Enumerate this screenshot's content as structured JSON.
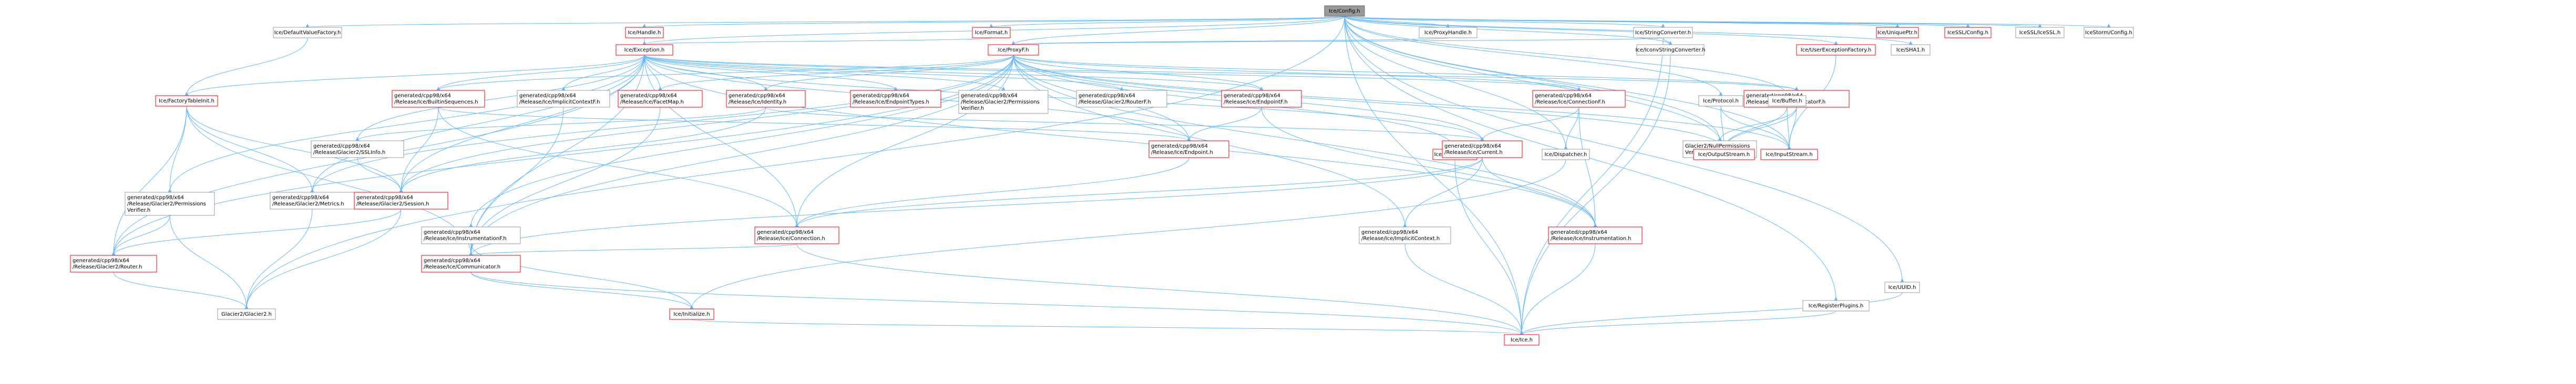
{
  "colors": {
    "background": "#ffffff",
    "edge": "#63b8ff",
    "node_border": "#999999",
    "node_border_incomplete": "#ff0000",
    "root_fill": "#999999",
    "text": "#000000"
  },
  "nodes": [
    {
      "id": "config",
      "lines": [
        "Ice/Config.h"
      ],
      "style": "root"
    },
    {
      "id": "defaultvaluefactory",
      "lines": [
        "Ice/DefaultValueFactory.h"
      ],
      "style": "normal"
    },
    {
      "id": "handle",
      "lines": [
        "Ice/Handle.h"
      ],
      "style": "red"
    },
    {
      "id": "format",
      "lines": [
        "Ice/Format.h"
      ],
      "style": "red"
    },
    {
      "id": "proxyhandle",
      "lines": [
        "Ice/ProxyHandle.h"
      ],
      "style": "normal"
    },
    {
      "id": "stringconverter",
      "lines": [
        "Ice/StringConverter.h"
      ],
      "style": "normal"
    },
    {
      "id": "uniqueptr",
      "lines": [
        "Ice/UniquePtr.h"
      ],
      "style": "red"
    },
    {
      "id": "sslconfig",
      "lines": [
        "IceSSL/Config.h"
      ],
      "style": "red"
    },
    {
      "id": "icesslicessl",
      "lines": [
        "IceSSL/IceSSL.h"
      ],
      "style": "normal"
    },
    {
      "id": "icestormconfig",
      "lines": [
        "IceStorm/Config.h"
      ],
      "style": "normal"
    },
    {
      "id": "exception",
      "lines": [
        "Ice/Exception.h"
      ],
      "style": "red"
    },
    {
      "id": "proxyf",
      "lines": [
        "Ice/ProxyF.h"
      ],
      "style": "red"
    },
    {
      "id": "iconvstringconverter",
      "lines": [
        "Ice/IconvStringConverter.h"
      ],
      "style": "normal"
    },
    {
      "id": "userexceptionfactory",
      "lines": [
        "Ice/UserExceptionFactory.h"
      ],
      "style": "red"
    },
    {
      "id": "shahh",
      "lines": [
        "Ice/SHA1.h"
      ],
      "style": "normal"
    },
    {
      "id": "factorytablelnit",
      "lines": [
        "Ice/FactoryTableInit.h"
      ],
      "style": "red"
    },
    {
      "id": "builtinsequences",
      "lines": [
        "generated/cpp98/x64",
        "/Release/Ice/BuiltinSequences.h"
      ],
      "style": "red"
    },
    {
      "id": "implicitcontextf",
      "lines": [
        "generated/cpp98/x64",
        "/Release/Ice/ImplicitContextF.h"
      ],
      "style": "normal"
    },
    {
      "id": "facetmap",
      "lines": [
        "generated/cpp98/x64",
        "/Release/Ice/FacetMap.h"
      ],
      "style": "red"
    },
    {
      "id": "identity",
      "lines": [
        "generated/cpp98/x64",
        "/Release/Ice/Identity.h"
      ],
      "style": "red"
    },
    {
      "id": "endpointtypes",
      "lines": [
        "generated/cpp98/x64",
        "/Release/Ice/EndpointTypes.h"
      ],
      "style": "red"
    },
    {
      "id": "glacier2permverif",
      "lines": [
        "generated/cpp98/x64",
        "/Release/Glacier2/Permissions",
        "Verifier.h"
      ],
      "style": "normal"
    },
    {
      "id": "routerf",
      "lines": [
        "generated/cpp98/x64",
        "/Release/Glacier2/RouterF.h"
      ],
      "style": "normal"
    },
    {
      "id": "endpointf",
      "lines": [
        "generated/cpp98/x64",
        "/Release/Ice/EndpointF.h"
      ],
      "style": "red"
    },
    {
      "id": "connectionf",
      "lines": [
        "generated/cpp98/x64",
        "/Release/Ice/ConnectionF.h"
      ],
      "style": "red"
    },
    {
      "id": "communicatorf",
      "lines": [
        "generated/cpp98/x64",
        "/Release/Ice/CommunicatorF.h"
      ],
      "style": "red"
    },
    {
      "id": "protocol",
      "lines": [
        "Ice/Protocol.h"
      ],
      "style": "normal"
    },
    {
      "id": "buffer",
      "lines": [
        "Ice/Buffer.h"
      ],
      "style": "normal"
    },
    {
      "id": "sslinfo",
      "lines": [
        "generated/cpp98/x64",
        "/Release/Glacier2/SSLInfo.h"
      ],
      "style": "normal"
    },
    {
      "id": "endpoint",
      "lines": [
        "generated/cpp98/x64",
        "/Release/Ice/Endpoint.h"
      ],
      "style": "red"
    },
    {
      "id": "loggerutil",
      "lines": [
        "Ice/LoggerUtil.h"
      ],
      "style": "red"
    },
    {
      "id": "current",
      "lines": [
        "generated/cpp98/x64",
        "/Release/Ice/Current.h"
      ],
      "style": "red"
    },
    {
      "id": "dispatcher",
      "lines": [
        "Ice/Dispatcher.h"
      ],
      "style": "normal"
    },
    {
      "id": "glacier2nullperm",
      "lines": [
        "Glacier2/NullPermissions",
        "Verifier.h"
      ],
      "style": "normal"
    },
    {
      "id": "outputstream",
      "lines": [
        "Ice/OutputStream.h"
      ],
      "style": "red"
    },
    {
      "id": "inputstream",
      "lines": [
        "Ice/InputStream.h"
      ],
      "style": "red"
    },
    {
      "id": "glacier2permverif2",
      "lines": [
        "generated/cpp98/x64",
        "/Release/Glacier2/Permissions",
        "Verifier.h"
      ],
      "style": "normal"
    },
    {
      "id": "metrics",
      "lines": [
        "generated/cpp98/x64",
        "/Release/Glacier2/Metrics.h"
      ],
      "style": "normal"
    },
    {
      "id": "session",
      "lines": [
        "generated/cpp98/x64",
        "/Release/Glacier2/Session.h"
      ],
      "style": "red"
    },
    {
      "id": "instrumentationf",
      "lines": [
        "generated/cpp98/x64",
        "/Release/Ice/InstrumentationF.h"
      ],
      "style": "normal"
    },
    {
      "id": "connection",
      "lines": [
        "generated/cpp98/x64",
        "/Release/Ice/Connection.h"
      ],
      "style": "red"
    },
    {
      "id": "implicitcontext",
      "lines": [
        "generated/cpp98/x64",
        "/Release/Ice/ImplicitContext.h"
      ],
      "style": "normal"
    },
    {
      "id": "instrumentation",
      "lines": [
        "generated/cpp98/x64",
        "/Release/Ice/Instrumentation.h"
      ],
      "style": "red"
    },
    {
      "id": "router",
      "lines": [
        "generated/cpp98/x64",
        "/Release/Glacier2/Router.h"
      ],
      "style": "red"
    },
    {
      "id": "communicator",
      "lines": [
        "generated/cpp98/x64",
        "/Release/Ice/Communicator.h"
      ],
      "style": "red"
    },
    {
      "id": "uuid",
      "lines": [
        "Ice/UUID.h"
      ],
      "style": "normal"
    },
    {
      "id": "glacier2",
      "lines": [
        "Glacier2/Glacier2.h"
      ],
      "style": "normal"
    },
    {
      "id": "initialize",
      "lines": [
        "Ice/Initialize.h"
      ],
      "style": "red"
    },
    {
      "id": "registerplugins",
      "lines": [
        "Ice/RegisterPlugins.h"
      ],
      "style": "normal"
    },
    {
      "id": "ice",
      "lines": [
        "Ice/Ice.h"
      ],
      "style": "red"
    }
  ],
  "edges": [
    [
      "config",
      "defaultvaluefactory"
    ],
    [
      "config",
      "handle"
    ],
    [
      "config",
      "format"
    ],
    [
      "config",
      "proxyhandle"
    ],
    [
      "config",
      "stringconverter"
    ],
    [
      "config",
      "uniqueptr"
    ],
    [
      "config",
      "sslconfig"
    ],
    [
      "config",
      "icesslicessl"
    ],
    [
      "config",
      "icestormconfig"
    ],
    [
      "config",
      "exception"
    ],
    [
      "config",
      "proxyf"
    ],
    [
      "config",
      "iconvstringconverter"
    ],
    [
      "config",
      "userexceptionfactory"
    ],
    [
      "config",
      "shahh"
    ],
    [
      "config",
      "protocol"
    ],
    [
      "config",
      "buffer"
    ],
    [
      "config",
      "dispatcher"
    ],
    [
      "config",
      "glacier2nullperm"
    ],
    [
      "config",
      "outputstream"
    ],
    [
      "config",
      "inputstream"
    ],
    [
      "config",
      "uuid"
    ],
    [
      "config",
      "registerplugins"
    ],
    [
      "config",
      "ice"
    ],
    [
      "config",
      "glacier2"
    ],
    [
      "handle",
      "exception"
    ],
    [
      "format",
      "exception"
    ],
    [
      "proxyhandle",
      "proxyf"
    ],
    [
      "stringconverter",
      "iconvstringconverter"
    ],
    [
      "stringconverter",
      "proxyf"
    ],
    [
      "stringconverter",
      "ice"
    ],
    [
      "iconvstringconverter",
      "ice"
    ],
    [
      "userexceptionfactory",
      "inputstream"
    ],
    [
      "defaultvaluefactory",
      "factorytablelnit"
    ],
    [
      "exception",
      "builtinsequences"
    ],
    [
      "exception",
      "implicitcontextf"
    ],
    [
      "exception",
      "facetmap"
    ],
    [
      "exception",
      "identity"
    ],
    [
      "exception",
      "endpointtypes"
    ],
    [
      "exception",
      "glacier2permverif"
    ],
    [
      "exception",
      "routerf"
    ],
    [
      "exception",
      "endpointf"
    ],
    [
      "exception",
      "connectionf"
    ],
    [
      "exception",
      "communicatorf"
    ],
    [
      "exception",
      "factorytablelnit"
    ],
    [
      "exception",
      "sslinfo"
    ],
    [
      "exception",
      "endpoint"
    ],
    [
      "exception",
      "current"
    ],
    [
      "exception",
      "glacier2permverif2"
    ],
    [
      "exception",
      "metrics"
    ],
    [
      "exception",
      "session"
    ],
    [
      "exception",
      "connection"
    ],
    [
      "exception",
      "router"
    ],
    [
      "exception",
      "communicator"
    ],
    [
      "exception",
      "instrumentation"
    ],
    [
      "proxyf",
      "builtinsequences"
    ],
    [
      "proxyf",
      "facetmap"
    ],
    [
      "proxyf",
      "identity"
    ],
    [
      "proxyf",
      "endpointf"
    ],
    [
      "proxyf",
      "connectionf"
    ],
    [
      "proxyf",
      "communicatorf"
    ],
    [
      "proxyf",
      "endpoint"
    ],
    [
      "proxyf",
      "current"
    ],
    [
      "proxyf",
      "connection"
    ],
    [
      "proxyf",
      "implicitcontext"
    ],
    [
      "proxyf",
      "instrumentation"
    ],
    [
      "proxyf",
      "communicator"
    ],
    [
      "proxyf",
      "router"
    ],
    [
      "proxyf",
      "session"
    ],
    [
      "proxyf",
      "outputstream"
    ],
    [
      "proxyf",
      "inputstream"
    ],
    [
      "proxyf",
      "instrumentationf"
    ],
    [
      "proxyf",
      "loggerutil"
    ],
    [
      "proxyf",
      "metrics"
    ],
    [
      "factorytablelnit",
      "glacier2permverif2"
    ],
    [
      "factorytablelnit",
      "metrics"
    ],
    [
      "factorytablelnit",
      "session"
    ],
    [
      "factorytablelnit",
      "router"
    ],
    [
      "factorytablelnit",
      "communicator"
    ],
    [
      "builtinsequences",
      "endpoint"
    ],
    [
      "builtinsequences",
      "session"
    ],
    [
      "builtinsequences",
      "connection"
    ],
    [
      "implicitcontextf",
      "communicator"
    ],
    [
      "facetmap",
      "communicator"
    ],
    [
      "identity",
      "sslinfo"
    ],
    [
      "identity",
      "current"
    ],
    [
      "identity",
      "session"
    ],
    [
      "endpointf",
      "endpoint"
    ],
    [
      "endpointf",
      "instrumentation"
    ],
    [
      "connectionf",
      "current"
    ],
    [
      "connectionf",
      "dispatcher"
    ],
    [
      "connectionf",
      "instrumentation"
    ],
    [
      "communicatorf",
      "outputstream"
    ],
    [
      "communicatorf",
      "inputstream"
    ],
    [
      "communicatorf",
      "glacier2nullperm"
    ],
    [
      "protocol",
      "outputstream"
    ],
    [
      "protocol",
      "inputstream"
    ],
    [
      "buffer",
      "outputstream"
    ],
    [
      "buffer",
      "inputstream"
    ],
    [
      "sslinfo",
      "session"
    ],
    [
      "endpoint",
      "connection"
    ],
    [
      "current",
      "implicitcontext"
    ],
    [
      "current",
      "instrumentation"
    ],
    [
      "current",
      "connection"
    ],
    [
      "current",
      "communicator"
    ],
    [
      "loggerutil",
      "ice"
    ],
    [
      "dispatcher",
      "initialize"
    ],
    [
      "glacier2permverif2",
      "router"
    ],
    [
      "glacier2permverif2",
      "glacier2"
    ],
    [
      "metrics",
      "glacier2"
    ],
    [
      "session",
      "router"
    ],
    [
      "session",
      "glacier2"
    ],
    [
      "instrumentationf",
      "communicator"
    ],
    [
      "instrumentationf",
      "initialize"
    ],
    [
      "connection",
      "communicator"
    ],
    [
      "connection",
      "ice"
    ],
    [
      "implicitcontext",
      "ice"
    ],
    [
      "instrumentation",
      "ice"
    ],
    [
      "router",
      "glacier2"
    ],
    [
      "communicator",
      "initialize"
    ],
    [
      "communicator",
      "ice"
    ],
    [
      "initialize",
      "ice"
    ],
    [
      "uuid",
      "ice"
    ],
    [
      "registerplugins",
      "ice"
    ]
  ]
}
